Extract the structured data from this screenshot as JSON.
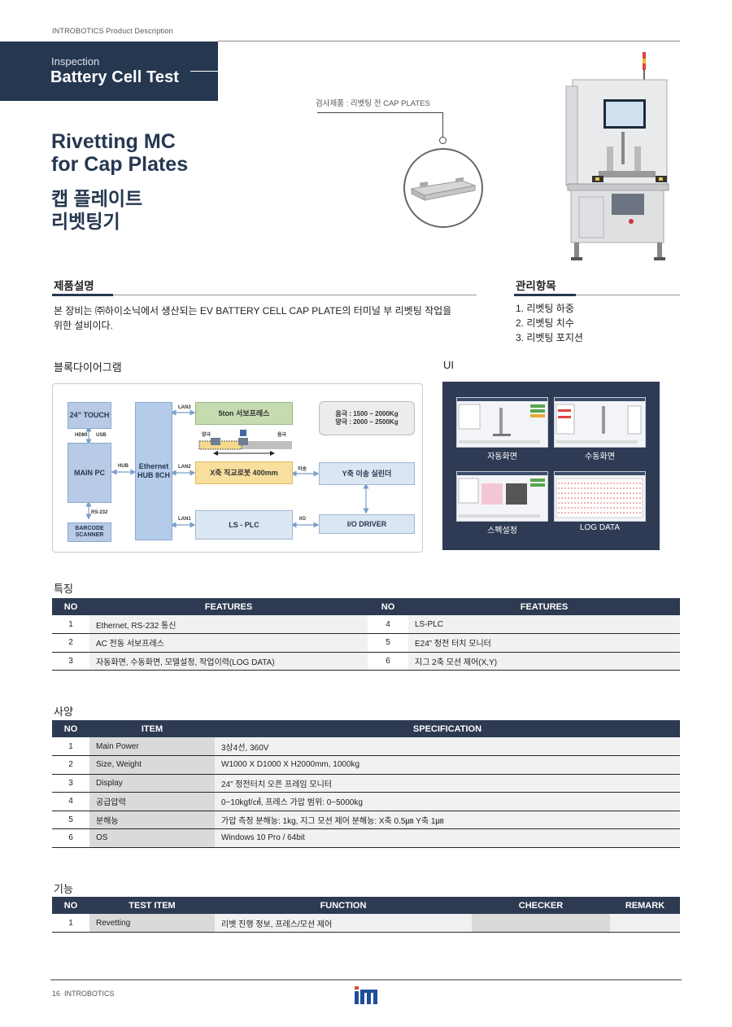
{
  "header": {
    "caption": "INTROBOTICS Product Description",
    "category": "Inspection",
    "title": "Battery Cell Test"
  },
  "product": {
    "title_en_line1": "Rivetting MC",
    "title_en_line2": "for Cap Plates",
    "title_kr_line1": "캡 플레이트",
    "title_kr_line2": "리벳팅기",
    "callout": "검사제품 : 리벳팅 전 CAP PLATES"
  },
  "description": {
    "heading": "제품설명",
    "line1": "본 장비는 ㈜하이소닉에서 생산되는 EV BATTERY CELL CAP PLATE의 터미널 부 리벳팅 작업을",
    "line2": "위한 설비이다."
  },
  "management": {
    "heading": "관리항목",
    "items": [
      "1. 리벳팅 하중",
      "2. 리벳팅 치수",
      "3. 리벳팅 포지션"
    ]
  },
  "block_diagram": {
    "heading": "블록다이어그램",
    "touch": "24” TOUCH",
    "main_pc": "MAIN PC",
    "barcode": "BARCODE SCANNER",
    "hub": "Ethernet HUB 8CH",
    "servo_press": "5ton 서보프레스",
    "robot": "X축 직교로봇 400mm",
    "plc": "LS - PLC",
    "cylinder": "Y축 이송 실린더",
    "io_driver": "I/O DRIVER",
    "spec_line1": "음극 : 1500 ~ 2000Kg",
    "spec_line2": "양극 : 2000 ~ 2500Kg",
    "labels": {
      "hdmi": "HDMI",
      "usb": "USB",
      "rs232": "RS-232",
      "hub": "HUB",
      "lan1": "LAN1",
      "lan2": "LAN2",
      "lan3": "LAN3",
      "io": "I/O",
      "transfer": "이송",
      "anode": "양극",
      "cathode": "음극"
    }
  },
  "ui": {
    "heading": "UI",
    "screens": [
      "자동화면",
      "수동화면",
      "스펙설정",
      "LOG DATA"
    ]
  },
  "features": {
    "heading": "특징",
    "col_no": "NO",
    "col_features": "FEATURES",
    "rows": [
      {
        "no": "1",
        "text": "Ethernet, RS-232 통신",
        "no2": "4",
        "text2": "LS-PLC"
      },
      {
        "no": "2",
        "text": "AC 전동 서보프레스",
        "no2": "5",
        "text2": "E24” 정전 터치 모니터"
      },
      {
        "no": "3",
        "text": "자동화면, 수동화면, 모델설정, 작업이력(LOG DATA)",
        "no2": "6",
        "text2": "지그 2축 모션 제어(X,Y)"
      }
    ]
  },
  "spec": {
    "heading": "사양",
    "col_no": "NO",
    "col_item": "ITEM",
    "col_spec": "SPECIFICATION",
    "rows": [
      {
        "no": "1",
        "item": "Main Power",
        "value": "3상4선, 360V"
      },
      {
        "no": "2",
        "item": "Size, Weight",
        "value": "W1000 X D1000 X H2000mm, 1000kg"
      },
      {
        "no": "3",
        "item": "Display",
        "value": "24” 정전터치 오픈 프레임 모니터"
      },
      {
        "no": "4",
        "item": "공급압력",
        "value": "0~10kgf/㎠, 프레스 가압 범위: 0~5000kg"
      },
      {
        "no": "5",
        "item": "분해능",
        "value": "가압 측정 분해능: 1kg, 지그 모션 제어 분해능: X축 0.5㎛ Y축 1㎛"
      },
      {
        "no": "6",
        "item": "OS",
        "value": "Windows 10 Pro / 64bit"
      }
    ]
  },
  "function": {
    "heading": "기능",
    "col_no": "NO",
    "col_test": "TEST ITEM",
    "col_function": "FUNCTION",
    "col_checker": "CHECKER",
    "col_remark": "REMARK",
    "rows": [
      {
        "no": "1",
        "test": "Revetting",
        "function": "리벳 진행 정보, 프레스/모션 제어",
        "checker": "",
        "remark": ""
      }
    ]
  },
  "footer": {
    "page": "16",
    "brand": "INTROBOTICS"
  }
}
